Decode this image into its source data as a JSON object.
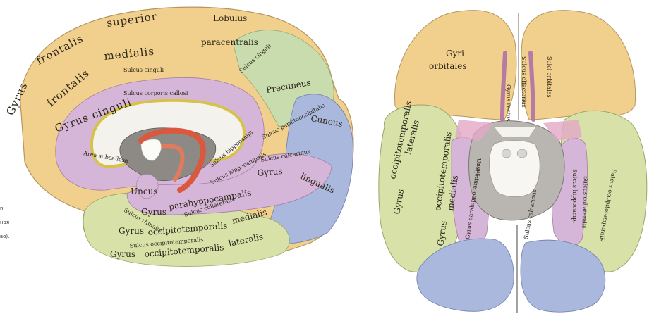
{
  "colors": {
    "frontal": "#f1cf8d",
    "frontal_dark": "#e2b56c",
    "cingulate": "#d6b6d8",
    "parietal": "#c9dcae",
    "occipital": "#a9b8dc",
    "temporal": "#d8e2a8",
    "red": "#d9583e",
    "inner": "#8d8a86"
  },
  "caption_fragments": [
    "n;",
    "ная",
    "во)."
  ],
  "medial": {
    "superior": "superior",
    "gyrus_frontalis_1": "Gyrus",
    "gyrus_frontalis_2": "frontalis",
    "frontalis_medialis_1": "frontalis",
    "frontalis_medialis_2": "medialis",
    "lobulus": "Lobulus",
    "paracentralis": "paracentralis",
    "sulcus_cinguli": "Sulcus cinguli",
    "sulcus_cinguli_2": "Sulcus cinguli",
    "gyrus_cinguli": "Gyrus cinguli",
    "sulcus_corporis": "Sulcus corporis callosi",
    "precuneus": "Precuneus",
    "sulcus_parieto": "Sulcus parietooccipitalis",
    "cuneus": "Cuneus",
    "area_subcallosa": "Area subcallosa",
    "sulcus_hippocampi": "Sulcus hippocampi",
    "sulcus_calcarinus": "Sulcus calcarinus",
    "gyrus_lingualis": "Gyrus",
    "lingualis": "lingualis",
    "uncus": "Uncus",
    "sulcus_hippocampalis": "Sulcus hippocampalis",
    "gyrus_parahippo": "Gyrus",
    "parahippocampalis": "parahyppocampalis",
    "sulcus_collateralis": "Sulcus collateralis",
    "sulcus_rhinalis": "Sulcus rhinalis",
    "gyrus_occ_med": "Gyrus",
    "occipitotemporalis_med": "occipitotemporalis",
    "medialis": "medialis",
    "sulcus_occipitotemp": "Sulcus occipitotemporalis",
    "gyrus_occ_lat": "Gyrus",
    "occipitotemporalis_lat": "occipitotemporalis",
    "lateralis": "lateralis"
  },
  "basal": {
    "gyri": "Gyri",
    "orbitales": "orbitales",
    "gyrus_rectus": "Gyrus rectus",
    "sulcus_olfactorius": "Sulcus olfactorius",
    "sulci_orbitales": "Sulci orbitales",
    "gyrus_occ_lat_v1": "Gyrus",
    "gyrus_occ_lat_v2": "occipitotemporalis",
    "gyrus_occ_lat_v3": "lateralis",
    "gyrus_occ_med_v1": "Gyrus",
    "gyrus_occ_med_v2": "occipitotemporalis",
    "gyrus_occ_med_v3": "medialis",
    "uncus": "Uncus",
    "gyrus_parahippo": "Gyrus parahippocampalis",
    "sulcus_hippocampi": "Sulcus hippocampi",
    "sulcus_collateralis": "Sulcus collateralis",
    "sulcus_occipitotemp": "Sulcus occipitotemporalis",
    "sulcus_calcarinus": "Sulcus calcarinus"
  }
}
